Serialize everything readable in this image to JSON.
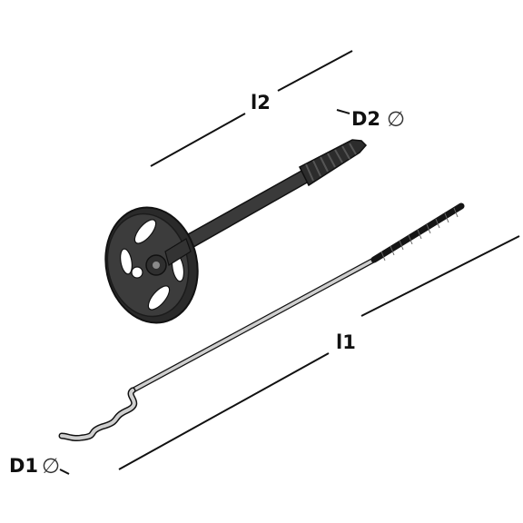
{
  "labels": {
    "length_top": "l2",
    "diameter_top": "D2",
    "length_bottom": "l1",
    "diameter_bottom": "D1",
    "diameter_symbol": "∅"
  },
  "colors": {
    "dowel_body": "#3a3a3a",
    "dowel_dark": "#1e1e1e",
    "pin_metal": "#c9c9c9",
    "pin_thread": "#1a1a1a",
    "dimension_line": "#111111"
  }
}
